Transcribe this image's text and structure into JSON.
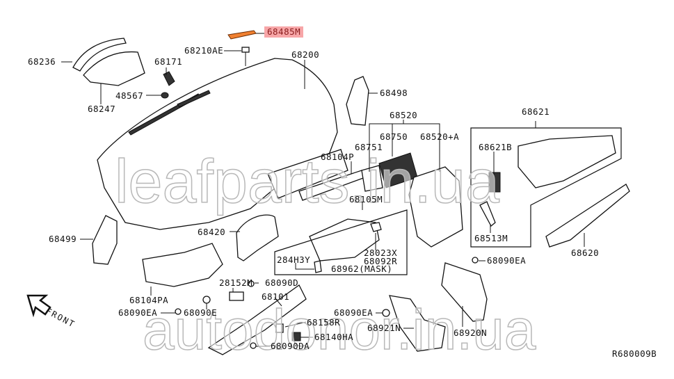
{
  "diagram": {
    "title_code": "R680009B",
    "orientation_label": "FRONT",
    "highlight_color": "#f7a6a8",
    "highlight_part_color": "#f08030",
    "watermarks": [
      "leafparts.in.ua",
      "autodonor.in.ua"
    ],
    "parts": {
      "p68236": "68236",
      "p68247": "68247",
      "p68171": "68171",
      "p48567": "48567",
      "p68210AE": "68210AE",
      "p68485M": "68485M",
      "p68200": "68200",
      "p68498": "68498",
      "p68520": "68520",
      "p68750": "68750",
      "p68751": "68751",
      "p68520A": "68520+A",
      "p68104P": "68104P",
      "p68105M": "68105M",
      "p68621": "68621",
      "p68621B": "68621B",
      "p68513M": "68513M",
      "p68620": "68620",
      "p68499": "68499",
      "p68420": "68420",
      "p284H3Y": "284H3Y",
      "p28023X": "28023X",
      "p68092R": "68092R",
      "p68962": "68962(MASK)",
      "p68090EA_r": "68090EA",
      "p68104PA": "68104PA",
      "p68090EA_l": "68090EA",
      "p68090E": "68090E",
      "p28152M": "28152M",
      "p68090D": "68090D",
      "p68101": "68101",
      "p68158R": "68158R",
      "p68140HA": "68140HA",
      "p68090DA": "68090DA",
      "p68090EA_m": "68090EA",
      "p68921N": "68921N",
      "p68920N": "68920N"
    }
  }
}
